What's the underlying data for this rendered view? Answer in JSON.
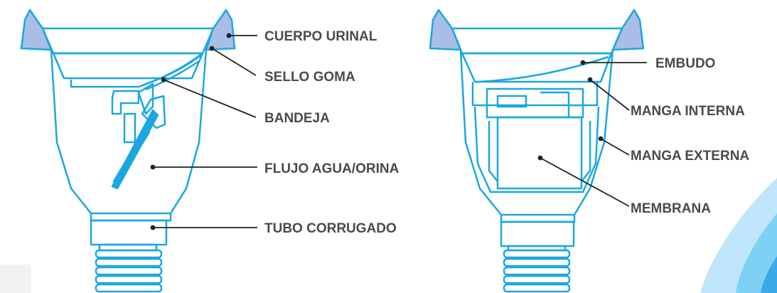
{
  "colors": {
    "stroke": "#1aa7e0",
    "rubber_fill": "#aabde6",
    "leader": "#222222",
    "text": "#4a4a4a",
    "accent_light": "#bfe6fa",
    "accent_mid": "#7fd0f5",
    "accent_dark": "#3aa9e6"
  },
  "left_diagram": {
    "labels": {
      "cuerpo_urinal": "CUERPO URINAL",
      "sello_goma": "SELLO GOMA",
      "bandeja": "BANDEJA",
      "flujo": "FLUJO AGUA/ORINA",
      "tubo": "TUBO CORRUGADO"
    }
  },
  "right_diagram": {
    "labels": {
      "embudo": "EMBUDO",
      "manga_interna": "MANGA INTERNA",
      "manga_externa": "MANGA EXTERNA",
      "membrana": "MEMBRANA"
    }
  }
}
